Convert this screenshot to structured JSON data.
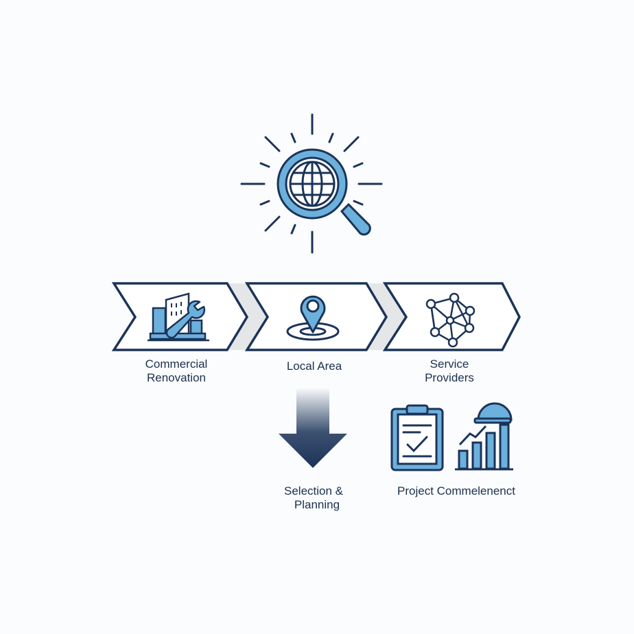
{
  "colors": {
    "navy": "#1b3358",
    "light_blue": "#6cb0dc",
    "connector_gray": "#e4e6e8"
  },
  "top_icon": "globe-search-icon",
  "steps": [
    {
      "line1": "Commercial",
      "line2": "Renovation",
      "icon": "building-wrench-icon"
    },
    {
      "line1": "Local Area",
      "line2": "",
      "icon": "location-pin-icon"
    },
    {
      "line1": "Service",
      "line2": "Providers",
      "icon": "network-icon"
    }
  ],
  "outcomes": [
    {
      "line1": "Selection &",
      "line2": "Planning",
      "icon": "down-arrow-icon"
    },
    {
      "line1": "Project Commelenenct",
      "icon": "clipboard-chart-icon"
    }
  ]
}
